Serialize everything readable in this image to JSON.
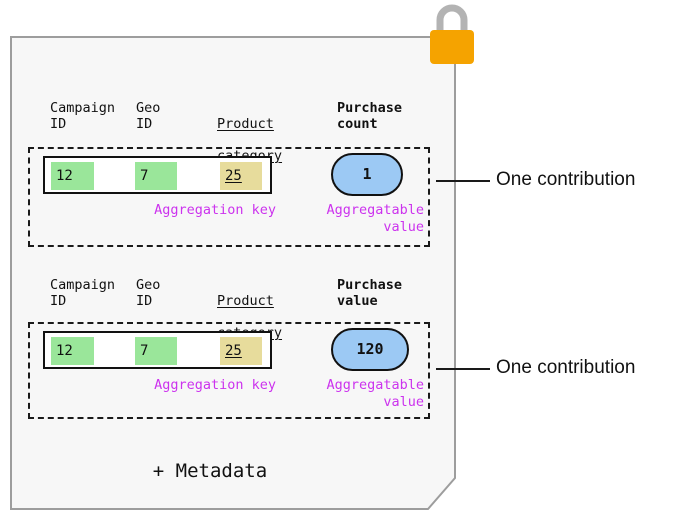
{
  "document": {
    "background_color": "#f7f7f7",
    "border_color": "#999999",
    "lock": {
      "icon": "padlock-icon",
      "body_color": "#f5a300",
      "shackle_color": "#b3b3b3"
    },
    "metadata_label": "+ Metadata"
  },
  "colors": {
    "key_green": "#9ae69a",
    "key_yellow": "#e7dc9c",
    "value_blue": "#9cc9f4",
    "caption_purple": "#cc33ee",
    "outline_black": "#111111"
  },
  "contributions": [
    {
      "annotation": "One contribution",
      "headers": {
        "campaign": "Campaign\nID",
        "geo": "Geo\nID",
        "product_line1": "Product",
        "product_line2": "category",
        "purchase": "Purchase\ncount"
      },
      "key": {
        "caption": "Aggregation key",
        "campaign_id": "12",
        "geo_id": "7",
        "product_category": "25"
      },
      "value": {
        "caption": "Aggregatable\nvalue",
        "amount": "1"
      }
    },
    {
      "annotation": "One contribution",
      "headers": {
        "campaign": "Campaign\nID",
        "geo": "Geo\nID",
        "product_line1": "Product",
        "product_line2": "category",
        "purchase": "Purchase\nvalue"
      },
      "key": {
        "caption": "Aggregation key",
        "campaign_id": "12",
        "geo_id": "7",
        "product_category": "25"
      },
      "value": {
        "caption": "Aggregatable\nvalue",
        "amount": "120"
      }
    }
  ]
}
